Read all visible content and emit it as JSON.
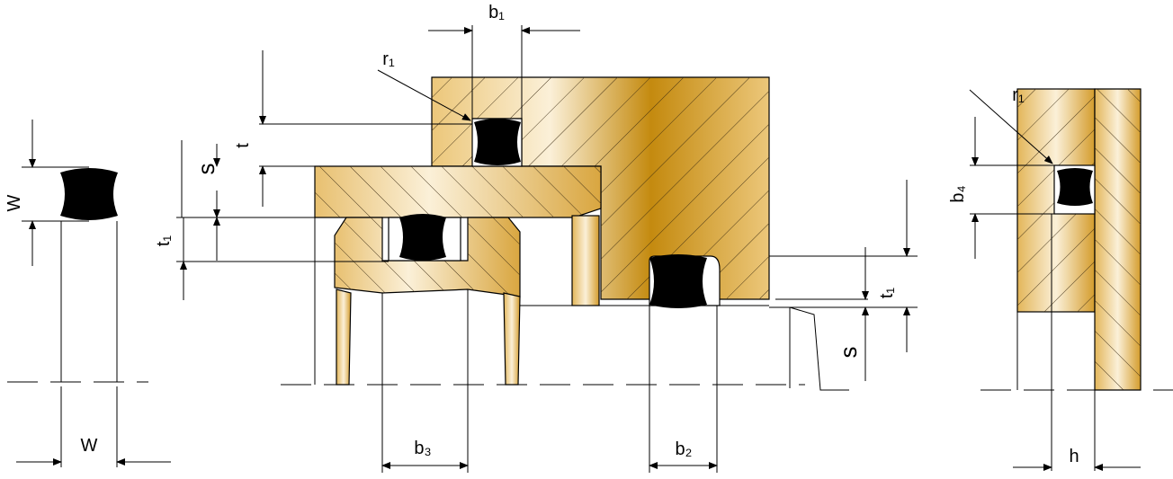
{
  "labels": {
    "w_top": "W",
    "w_bottom": "W",
    "b1": "b₁",
    "r1_main": "r₁",
    "t": "t",
    "s_left": "s",
    "t1_left": "t₁",
    "b3": "b₃",
    "b2": "b₂",
    "t1_right": "t₁",
    "s_right": "s",
    "r1_right": "r₁",
    "b4": "b₄",
    "h": "h"
  },
  "colors": {
    "brass_light": "#fbf0d8",
    "brass_mid": "#ecc77a",
    "brass_dark": "#c48a0f",
    "seal": "#000000",
    "line": "#000000"
  }
}
